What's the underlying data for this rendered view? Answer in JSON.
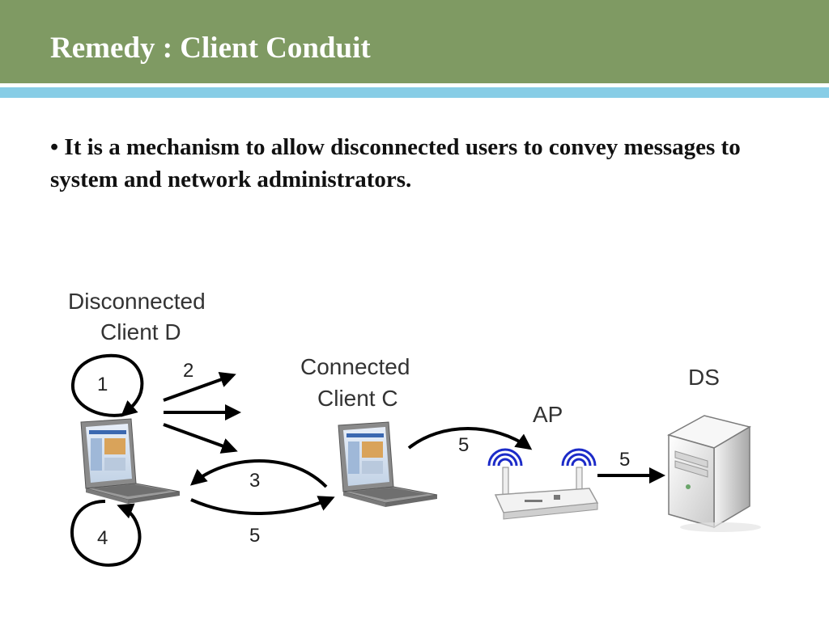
{
  "slide": {
    "title": "Remedy : Client Conduit",
    "bullet": "It is a mechanism to allow disconnected users to convey messages to system and network administrators."
  },
  "diagram": {
    "nodes": {
      "disconnected_line1": "Disconnected",
      "disconnected_line2": "Client D",
      "connected_line1": "Connected",
      "connected_line2": "Client C",
      "ap": "AP",
      "ds": "DS"
    },
    "step_labels": {
      "loop_1": "1",
      "broadcast_2": "2",
      "reply_3": "3",
      "loop_4": "4",
      "forward_5_c": "5",
      "forward_5_ap": "5",
      "forward_5_ds": "5"
    }
  },
  "colors": {
    "title_bar": "#7f9a63",
    "accent_rule": "#87cde6",
    "wifi": "#1c2bc8"
  }
}
